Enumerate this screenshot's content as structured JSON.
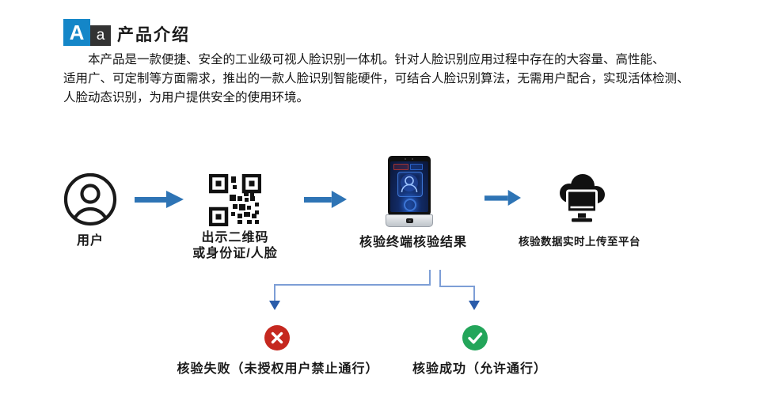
{
  "header": {
    "badge_large": "A",
    "badge_small": "a",
    "title": "产品介绍"
  },
  "intro": {
    "line1": "本产品是一款便捷、安全的工业级可视人脸识别一体机。针对人脸识别应用过程中存在的大容量、高性能、",
    "line2": "适用广、可定制等方面需求，推出的一款人脸识别智能硬件，可结合人脸识别算法，无需用户配合，实现活体检测、",
    "line3": "人脸动态识别，为用户提供安全的使用环境。"
  },
  "flow": {
    "user_label": "用户",
    "present_line1": "出示二维码",
    "present_line2": "或身份证/人脸",
    "terminal_label": "核验终端核验结果",
    "upload_label": "核验数据实时上传至平台"
  },
  "outcomes": {
    "fail_label": "核验失败（未授权用户禁止通行）",
    "success_label": "核验成功（允许通行）"
  },
  "icons": {
    "title_badge": "font-Aa-icon",
    "step1": "user-circle-icon",
    "step2": "qr-code-icon",
    "step3": "face-verification-terminal",
    "step4": "cloud-monitor-upload-icon",
    "fail": "x-circle-icon",
    "success": "check-circle-icon",
    "flow_arrow": "arrow-right-icon"
  },
  "colors": {
    "title_badge_blue": "#1486C8",
    "title_badge_dark": "#333333",
    "arrow_blue": "#2E74B5",
    "connector_blue": "#7D9ED6",
    "connector_arrowhead": "#2A5CAA",
    "fail_red": "#C5281F",
    "success_green": "#23A55A"
  }
}
